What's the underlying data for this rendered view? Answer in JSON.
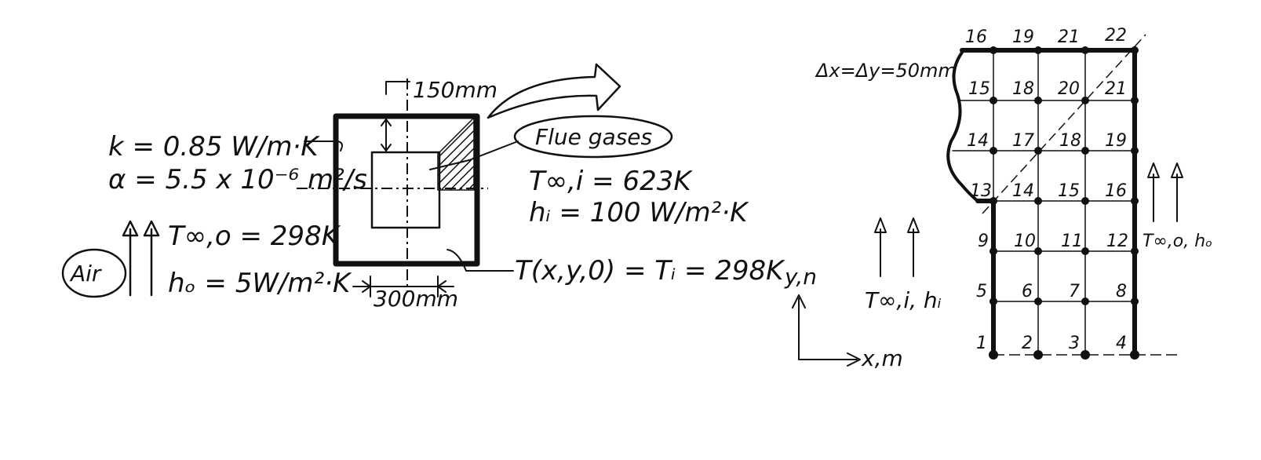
{
  "left_figure": {
    "dimension_top": "150mm",
    "dimension_bottom": "300mm",
    "material_k": "k = 0.85 W/m·K",
    "material_alpha": "α = 5.5 x 10⁻⁶ m²/s",
    "air_label": "Air",
    "outer_temp": "T∞,o = 298K",
    "outer_h": "hₒ = 5W/m²·K",
    "flue_label": "Flue gases",
    "inner_temp": "T∞,i = 623K",
    "inner_h": "hᵢ = 100 W/m²·K",
    "initial_condition": "T(x,y,0) = Tᵢ = 298K"
  },
  "right_figure": {
    "spacing": "Δx=Δy=50mm",
    "axis_y": "y,n",
    "axis_x": "x,m",
    "inner_conditions": "T∞,i, hᵢ",
    "outer_conditions": "T∞,o, hₒ",
    "node_labels": {
      "n16a": "16",
      "n19a": "19",
      "n21a": "21",
      "n22": "22",
      "n15a": "15",
      "n18a": "18",
      "n20": "20",
      "n21b": "21",
      "n14a": "14",
      "n17": "17",
      "n18b": "18",
      "n19b": "19",
      "n13": "13",
      "n14b": "14",
      "n15b": "15",
      "n16b": "16",
      "n9": "9",
      "n10": "10",
      "n11": "11",
      "n12": "12",
      "n5": "5",
      "n6": "6",
      "n7": "7",
      "n8": "8",
      "n1": "1",
      "n2": "2",
      "n3": "3",
      "n4": "4"
    }
  }
}
